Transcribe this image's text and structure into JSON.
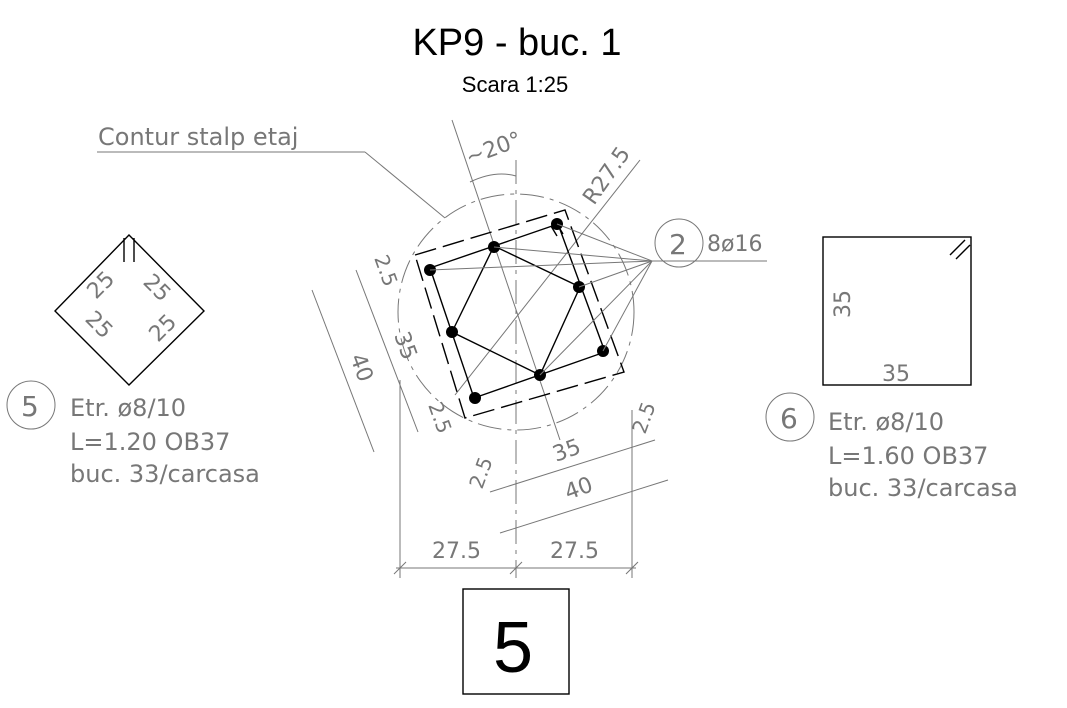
{
  "title": "KP9 - buc. 1",
  "subtitle": "Scara 1:25",
  "labels": {
    "contour": "Contur stalp etaj",
    "angle": "~20°",
    "radius": "R27.5",
    "rebar_mark": "2",
    "rebar_spec": "8ø16",
    "dim_40_left": "40",
    "dim_35_left": "35",
    "dim_25_top": "2.5",
    "dim_25_bottom": "2.5",
    "dim_25_right": "2.5",
    "dim_25_right2": "2.5",
    "dim_35_bottom": "35",
    "dim_40_bottom": "40",
    "dim_275_left": "27.5",
    "dim_275_right": "27.5"
  },
  "stirrup5": {
    "mark": "5",
    "sides": [
      "25",
      "25",
      "25",
      "25"
    ],
    "line1": "Etr. ø8/10",
    "line2": "L=1.20 OB37",
    "line3": "buc. 33/carcasa"
  },
  "stirrup6": {
    "mark": "6",
    "side_v": "35",
    "side_h": "35",
    "line1": "Etr. ø8/10",
    "line2": "L=1.60 OB37",
    "line3": "buc. 33/carcasa"
  },
  "section_mark": "5"
}
